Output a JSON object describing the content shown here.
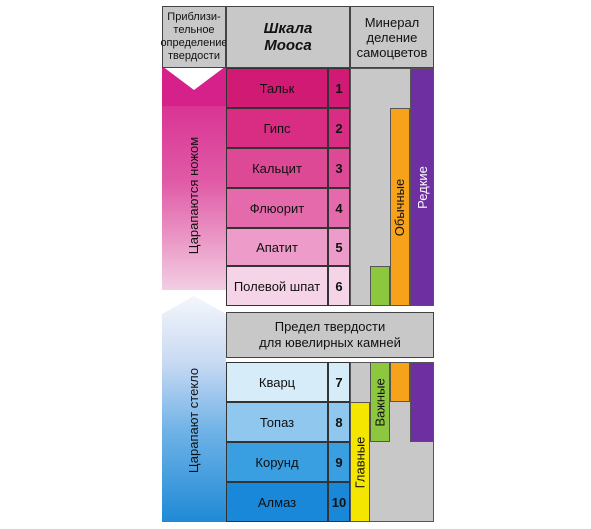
{
  "headers": {
    "approx": "Приблизи-\nтельное\nопределение\nтвердости",
    "mohs": "Шкала\nМооса",
    "mineral": "Минерал\nделение\nсамоцветов"
  },
  "side_labels": {
    "knife": "Царапаются ножом",
    "glass": "Царапают стекло"
  },
  "scale": [
    {
      "name": "Тальк",
      "n": "1",
      "color": "#d11a74"
    },
    {
      "name": "Гипс",
      "n": "2",
      "color": "#d82d83"
    },
    {
      "name": "Кальцит",
      "n": "3",
      "color": "#de4996"
    },
    {
      "name": "Флюорит",
      "n": "4",
      "color": "#e56aac"
    },
    {
      "name": "Апатит",
      "n": "5",
      "color": "#ed9cca"
    },
    {
      "name": "Полевой шпат",
      "n": "6",
      "color": "#f6d4e8"
    },
    {
      "name": "Кварц",
      "n": "7",
      "color": "#d6ecf8"
    },
    {
      "name": "Топаз",
      "n": "8",
      "color": "#8fc7ee"
    },
    {
      "name": "Корунд",
      "n": "9",
      "color": "#3a9fe0"
    },
    {
      "name": "Алмаз",
      "n": "10",
      "color": "#1a88d8"
    }
  ],
  "limit_label": "Предел твердости\nдля ювелирных камней",
  "categories": {
    "common": "Обычные",
    "rare": "Редкие",
    "important": "Важные",
    "main": "Главные"
  },
  "colors": {
    "gray": "#c8c8c8",
    "orange": "#f7a21b",
    "purple": "#6e2fa0",
    "green": "#8dc63f",
    "yellow": "#f5e600"
  }
}
